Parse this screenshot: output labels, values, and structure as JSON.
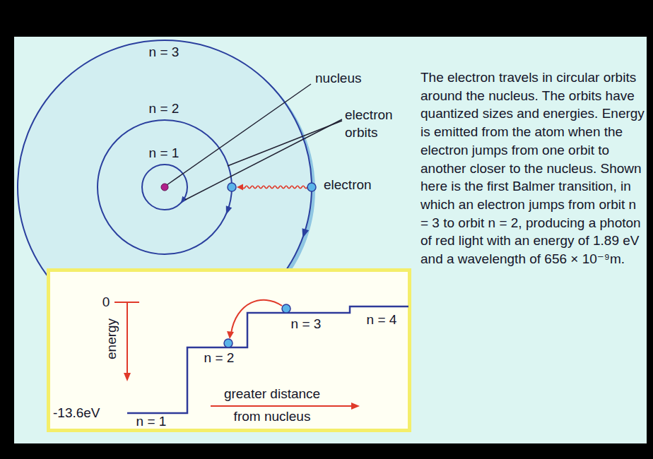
{
  "diagram": {
    "nodes": [
      {
        "text": [
          "0",
          "energy",
          "-13.6eV",
          "n = 1",
          "n = 2",
          "n = 3",
          "n = 4",
          "greater distance from nucleus"
        ]
      }
    ],
    "labels": [
      "n = 3",
      "n = 2",
      "n = 1",
      "nucleus",
      "electron orbits",
      "electron",
      "The electron travels in circular orbits around the nucleus. The orbits have quantized sizes and energies. Energy is emitted from the atom when the electron jumps from one orbit to another closer to the nucleus. Shown here is the first Balmer transition, in which an electron jumps from orbit n = 3 to orbit n = 2, producing a photon of red light with an energy of 1.89 eV and a wavelength of 656 × 10⁻⁹m."
    ]
  }
}
